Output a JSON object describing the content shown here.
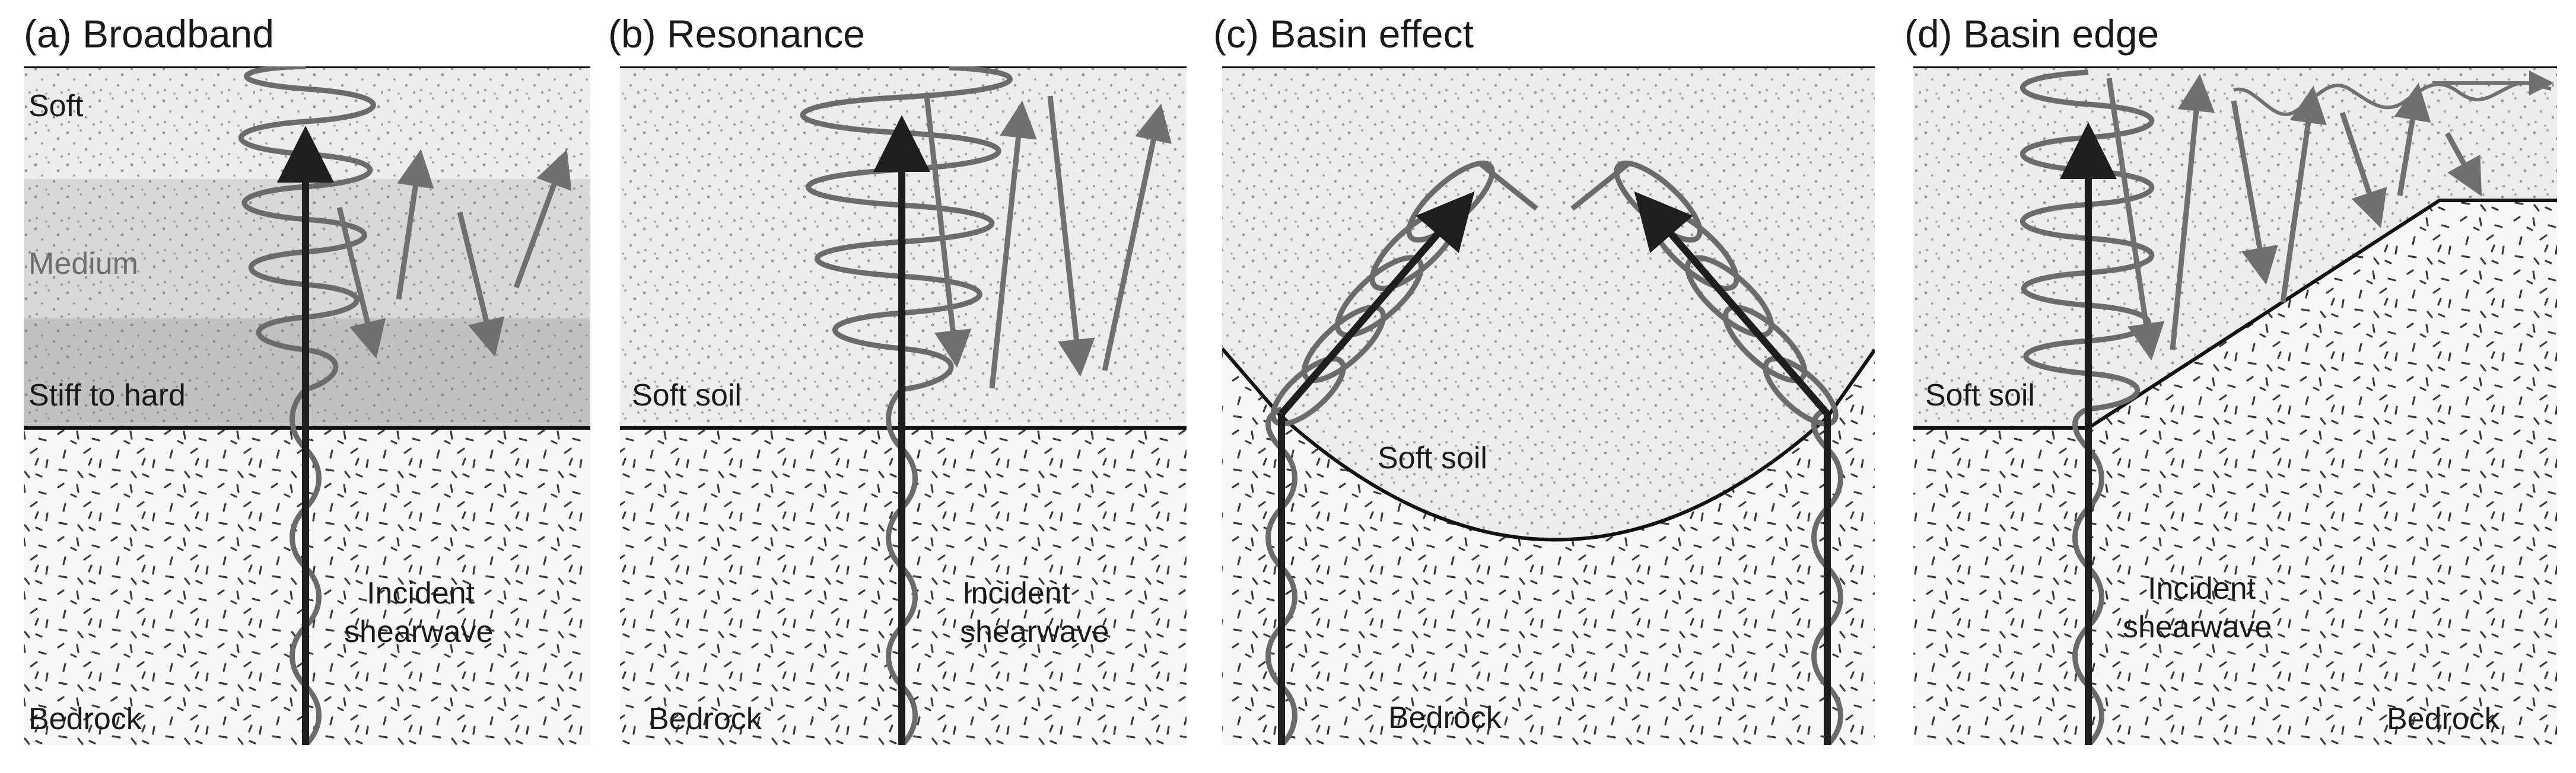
{
  "figure": {
    "panels": [
      {
        "title": "(a) Broadband",
        "layers": {
          "top": "Soft",
          "middle": "Medium",
          "bottom": "Stiff to hard"
        },
        "incident_line1": "Incident",
        "incident_line2": "shearwave",
        "bedrock": "Bedrock"
      },
      {
        "title": "(b) Resonance",
        "soil": "Soft soil",
        "incident_line1": "Incident",
        "incident_line2": "shearwave",
        "bedrock": "Bedrock"
      },
      {
        "title": "(c) Basin effect",
        "soil": "Soft soil",
        "bedrock": "Bedrock"
      },
      {
        "title": "(d) Basin edge",
        "soil": "Soft soil",
        "incident_line1": "Incident",
        "incident_line2": "shearwave",
        "bedrock": "Bedrock"
      }
    ],
    "colors": {
      "soft": "#ececec",
      "medium": "#d8d8d8",
      "stiff": "#c1c1c1",
      "bedrock": "#f7f7f7",
      "wave": "#6b6b6b",
      "incident_arrow": "#1e1e1e",
      "reflected_arrow": "#707070",
      "boundary": "#111111"
    }
  }
}
